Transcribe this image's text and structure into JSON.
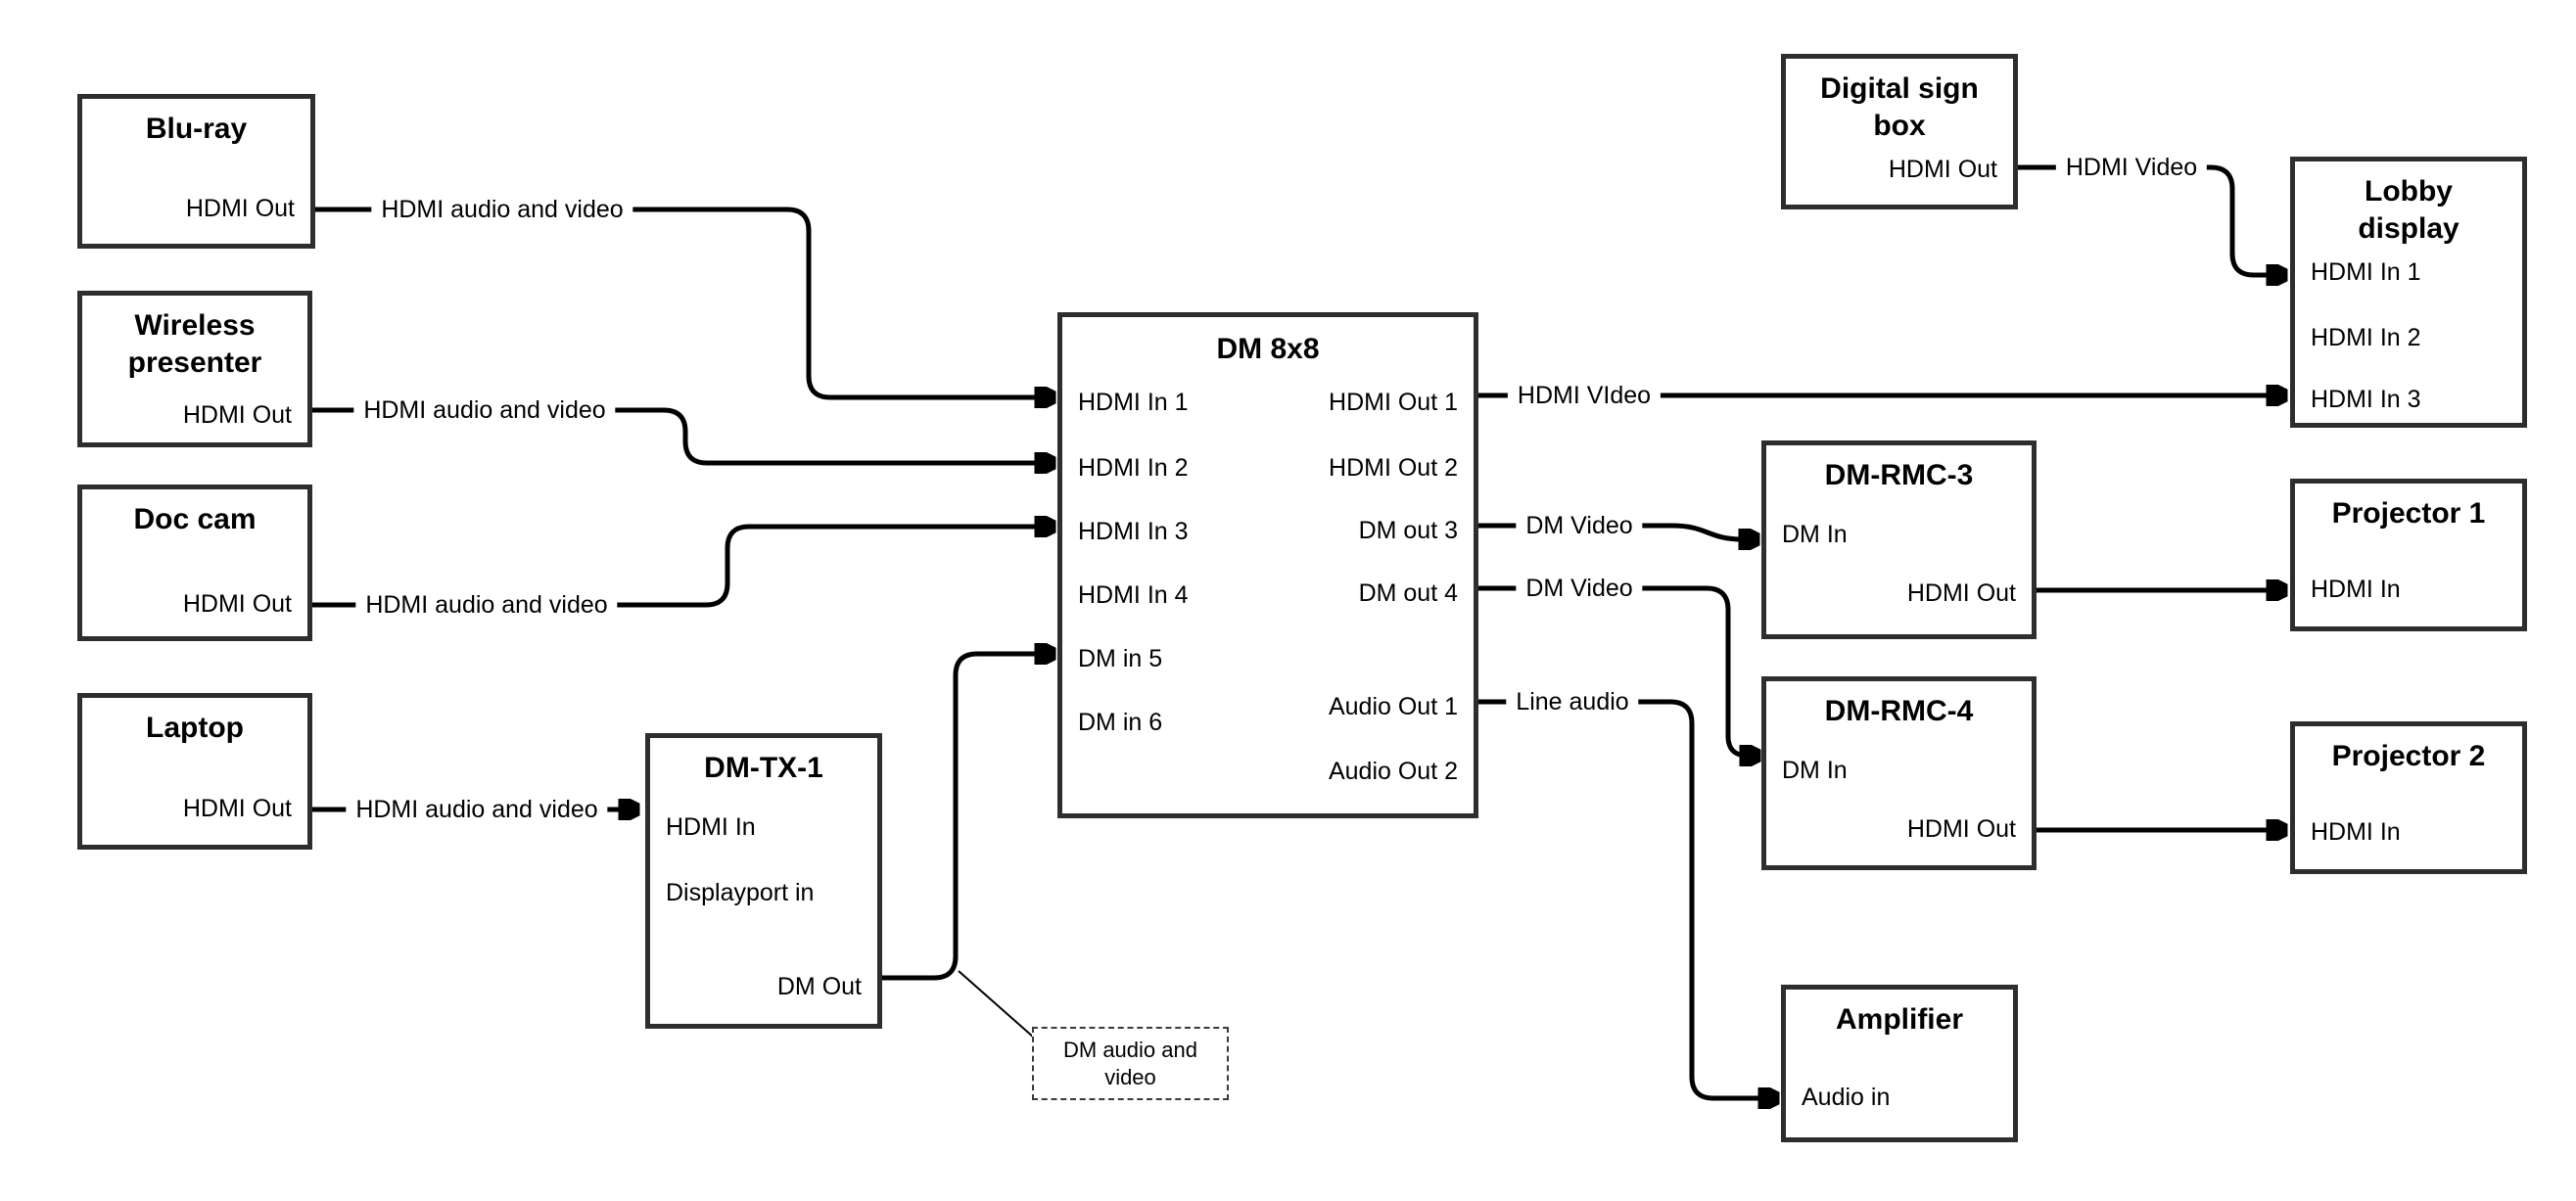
{
  "colors": {
    "background": "#ffffff",
    "wire": "#000000",
    "box_border": "#2e2e2e",
    "text": "#000000"
  },
  "nodes": {
    "blu_ray": {
      "title": "Blu-ray",
      "ports": [
        {
          "label": "HDMI Out"
        }
      ]
    },
    "wireless_presenter": {
      "title": "Wireless\npresenter",
      "ports": [
        {
          "label": "HDMI Out"
        }
      ]
    },
    "doc_cam": {
      "title": "Doc cam",
      "ports": [
        {
          "label": "HDMI Out"
        }
      ]
    },
    "laptop": {
      "title": "Laptop",
      "ports": [
        {
          "label": "HDMI Out"
        }
      ]
    },
    "dm_tx_1": {
      "title": "DM-TX-1",
      "ports": [
        {
          "label": "HDMI In"
        },
        {
          "label": "Displayport in"
        },
        {
          "label": "DM Out"
        }
      ]
    },
    "dm_8x8": {
      "title": "DM 8x8",
      "ports": [
        {
          "label": "HDMI In 1"
        },
        {
          "label": "HDMI In 2"
        },
        {
          "label": "HDMI In 3"
        },
        {
          "label": "HDMI In 4"
        },
        {
          "label": "DM in 5"
        },
        {
          "label": "DM in 6"
        },
        {
          "label": "HDMI Out 1"
        },
        {
          "label": "HDMI Out 2"
        },
        {
          "label": "DM out 3"
        },
        {
          "label": "DM out 4"
        },
        {
          "label": "Audio Out 1"
        },
        {
          "label": "Audio Out 2"
        }
      ]
    },
    "digital_sign_box": {
      "title": "Digital sign\nbox",
      "ports": [
        {
          "label": "HDMI Out"
        }
      ]
    },
    "lobby_display": {
      "title": "Lobby\ndisplay",
      "ports": [
        {
          "label": "HDMI In 1"
        },
        {
          "label": "HDMI In 2"
        },
        {
          "label": "HDMI In 3"
        }
      ]
    },
    "dm_rmc_3": {
      "title": "DM-RMC-3",
      "ports": [
        {
          "label": "DM In"
        },
        {
          "label": "HDMI Out"
        }
      ]
    },
    "projector_1": {
      "title": "Projector 1",
      "ports": [
        {
          "label": "HDMI In"
        }
      ]
    },
    "dm_rmc_4": {
      "title": "DM-RMC-4",
      "ports": [
        {
          "label": "DM In"
        },
        {
          "label": "HDMI Out"
        }
      ]
    },
    "projector_2": {
      "title": "Projector 2",
      "ports": [
        {
          "label": "HDMI In"
        }
      ]
    },
    "amplifier": {
      "title": "Amplifier",
      "ports": [
        {
          "label": "Audio in"
        }
      ]
    }
  },
  "wire_labels": [
    {
      "id": "bluray-to-dm8x8",
      "text": "HDMI audio and video"
    },
    {
      "id": "wireless-to-dm8x8",
      "text": "HDMI audio and video"
    },
    {
      "id": "doccam-to-dm8x8",
      "text": "HDMI audio and video"
    },
    {
      "id": "laptop-to-dmtx1",
      "text": "HDMI audio and video"
    },
    {
      "id": "hdmiout1-to-lobby",
      "text": "HDMI VIdeo"
    },
    {
      "id": "dmout3-to-rmc3",
      "text": "DM Video"
    },
    {
      "id": "dmout4-to-rmc4",
      "text": "DM Video"
    },
    {
      "id": "audioout1-to-amp",
      "text": "Line audio"
    },
    {
      "id": "digitalsign-to-lobby",
      "text": "HDMI Video"
    }
  ],
  "callout": {
    "text": "DM audio and\nvideo"
  }
}
